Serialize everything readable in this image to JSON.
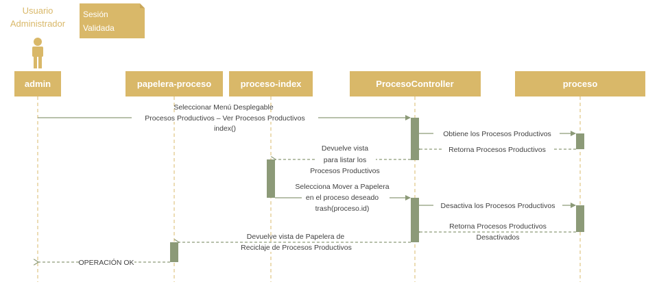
{
  "actor": {
    "label_line1": "Usuario",
    "label_line2": "Administrador"
  },
  "note": {
    "line1": "Sesión",
    "line2": "Validada"
  },
  "lifelines": [
    {
      "id": "admin",
      "label": "admin"
    },
    {
      "id": "papelera",
      "label": "papelera-proceso"
    },
    {
      "id": "index",
      "label": "proceso-index"
    },
    {
      "id": "controller",
      "label": "ProcesoController"
    },
    {
      "id": "proceso",
      "label": "proceso"
    }
  ],
  "messages": {
    "m1": [
      "Seleccionar Menú Desplegable",
      "Procesos Productivos – Ver Procesos Productivos",
      "index()"
    ],
    "m2": [
      "Obtiene los Procesos Productivos"
    ],
    "m3": [
      "Retorna Procesos Productivos"
    ],
    "m4": [
      "Devuelve vista",
      "para listar los",
      "Procesos Productivos"
    ],
    "m5": [
      "Selecciona Mover a Papelera",
      "en el proceso deseado",
      "trash(proceso.id)"
    ],
    "m6": [
      "Desactiva los Procesos Productivos"
    ],
    "m7": [
      "Retorna Procesos Productivos",
      "Desactivados"
    ],
    "m8": [
      "Devuelve vista de Papelera de",
      "Reciclaje de Procesos Productivos"
    ],
    "m9": [
      "OPERACIÓN OK"
    ]
  },
  "colors": {
    "header": "#d9b869",
    "activation": "#8c9a78",
    "line": "#8c9a78",
    "lifeline": "#d9b869",
    "text": "#404040"
  }
}
